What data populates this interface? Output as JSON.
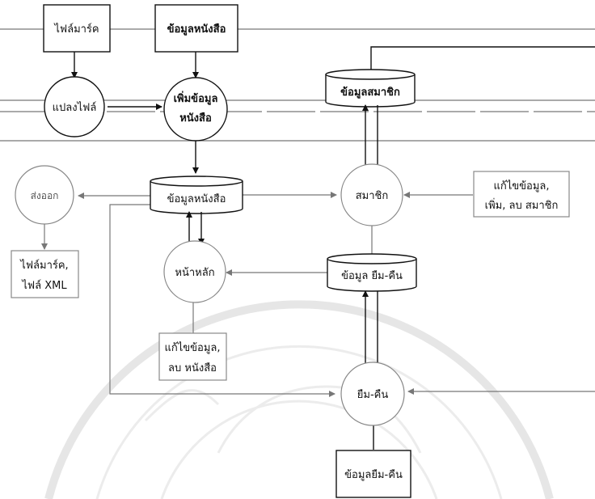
{
  "diagram": {
    "nodes": {
      "marc_file": "ไฟล์มาร์ค",
      "book_data_input": "ข้อมูลหนังสือ",
      "convert_file": "แปลงไฟล์",
      "add_book_data_line1": "เพิ่มข้อมูล",
      "add_book_data_line2": "หนังสือ",
      "member_data_store": "ข้อมูลสมาชิก",
      "book_data_store": "ข้อมูลหนังสือ",
      "member_process": "สมาชิก",
      "member_actions_line1": "แก้ไขข้อมูล,",
      "member_actions_line2": "เพิ่ม, ลบ สมาชิก",
      "export_process": "ส่งออก",
      "export_outputs_line1": "ไฟล์มาร์ค,",
      "export_outputs_line2": "ไฟล์ XML",
      "main_page": "หน้าหลัก",
      "borrow_return_store": "ข้อมูล ยืม-คืน",
      "book_actions_line1": "แก้ไขข้อมูล,",
      "book_actions_line2": "ลบ หนังสือ",
      "borrow_return_process": "ยืม-คืน",
      "borrow_return_input": "ข้อมูลยืม-คืน"
    },
    "colors": {
      "primary_stroke": "#111111",
      "secondary_stroke": "#777777",
      "watermark": "#e6e6e6"
    }
  }
}
